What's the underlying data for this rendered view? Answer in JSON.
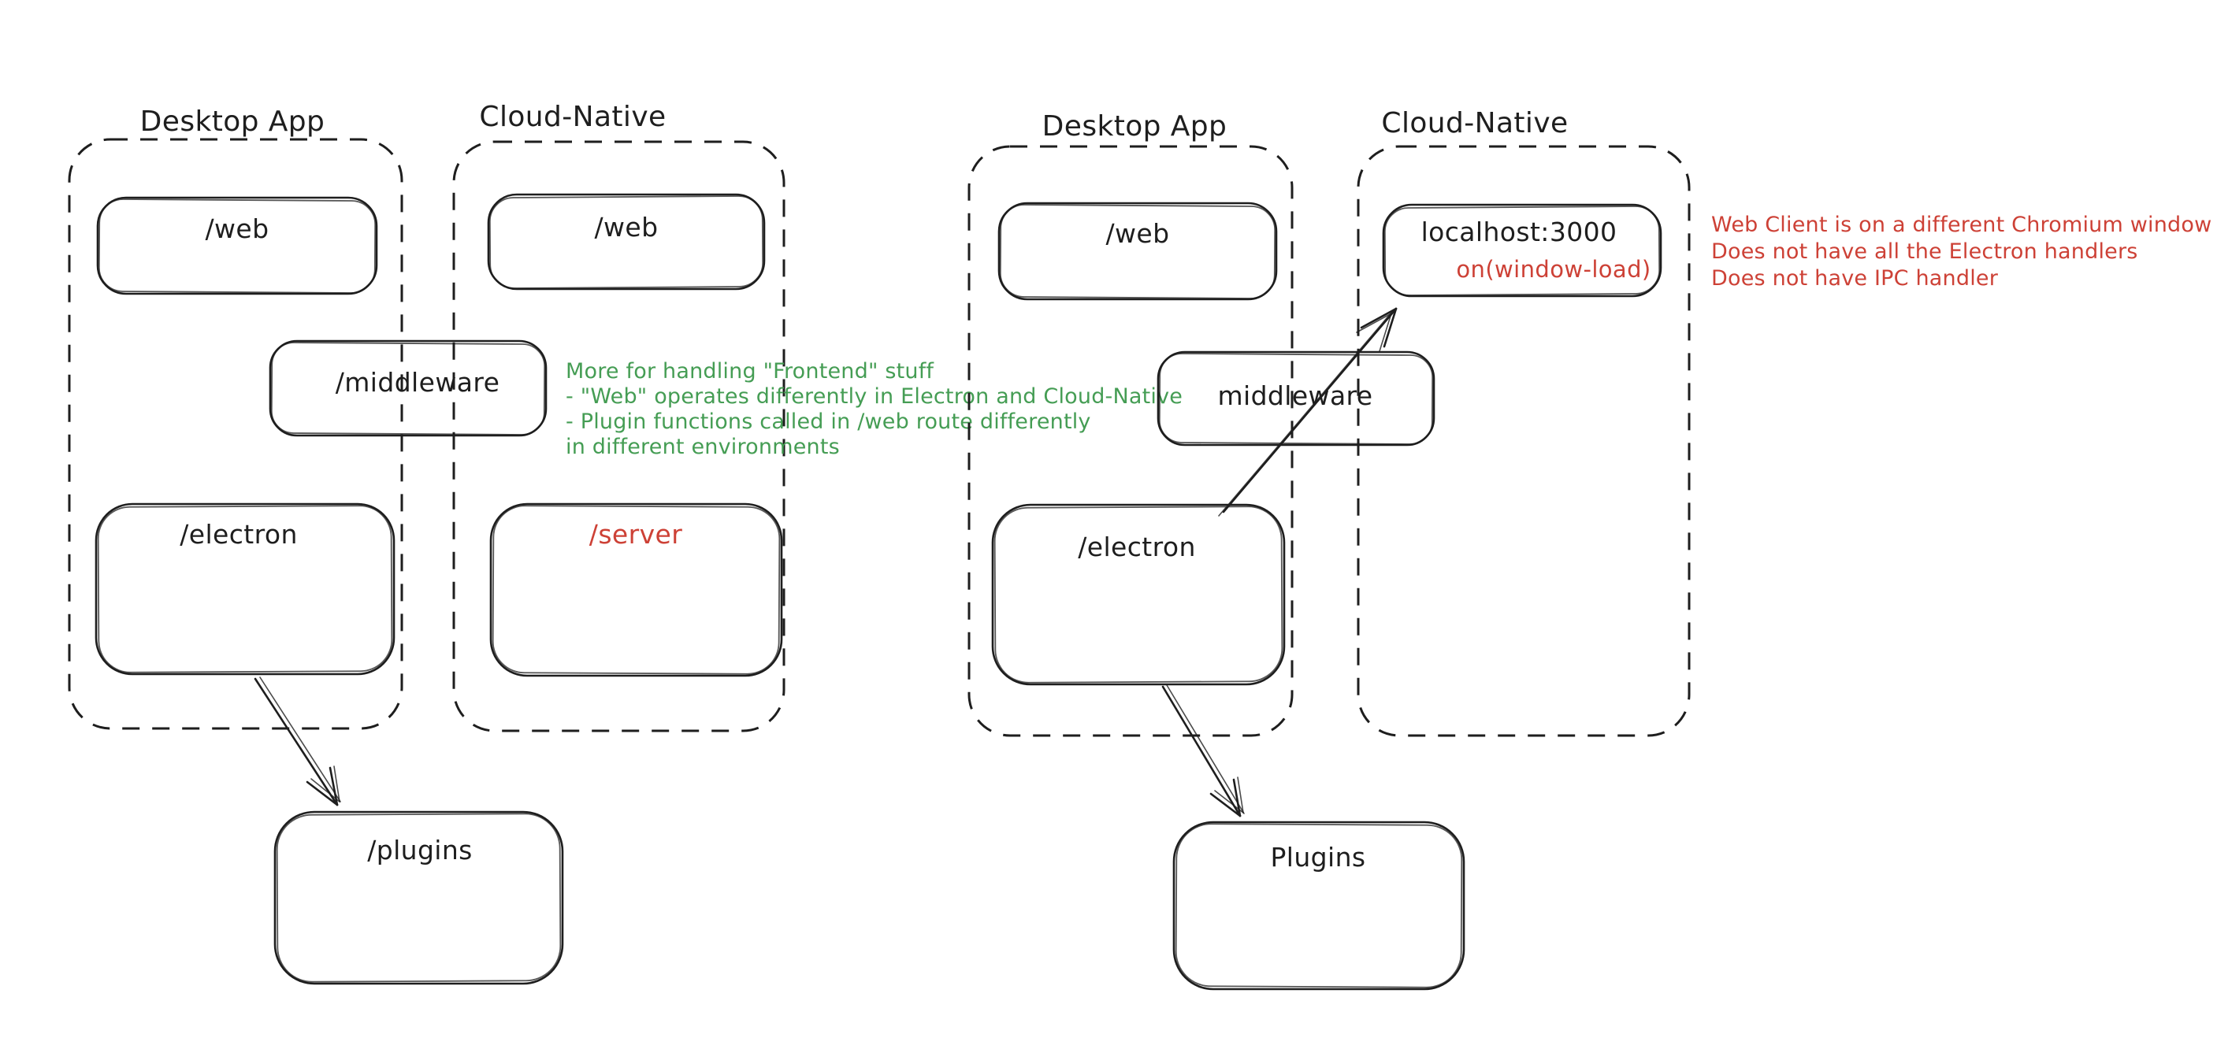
{
  "colors": {
    "stroke": "#1e1e1e",
    "green": "#459d54",
    "red": "#cd4136",
    "bg": "#ffffff"
  },
  "left": {
    "desktop_label": "Desktop App",
    "cloud_label": "Cloud-Native",
    "web_desktop": "/web",
    "web_cloud": "/web",
    "middleware": "/middleware",
    "electron": "/electron",
    "server": "/server",
    "plugins": "/plugins",
    "green_note": [
      "More for handling \"Frontend\" stuff",
      "- \"Web\" operates differently in Electron and Cloud-Native",
      "- Plugin functions called in /web route differently",
      "in different environments"
    ]
  },
  "right": {
    "desktop_label": "Desktop App",
    "cloud_label": "Cloud-Native",
    "web": "/web",
    "localhost": "localhost:3000",
    "window_load": "on(window-load)",
    "middleware": "middleware",
    "electron": "/electron",
    "plugins": "Plugins",
    "red_note": [
      "Web Client is on a different Chromium window",
      "Does not have all the Electron handlers",
      "Does not have IPC handler"
    ]
  }
}
